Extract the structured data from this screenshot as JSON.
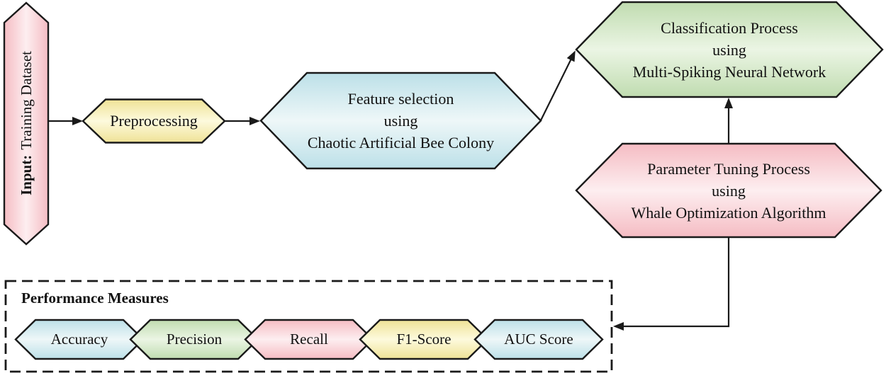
{
  "diagram": {
    "nodes": {
      "input": {
        "prefix": "Input:",
        "label": "Training Dataset"
      },
      "preprocessing": {
        "label": "Preprocessing"
      },
      "feature_selection": {
        "line1": "Feature selection",
        "line2": "using",
        "line3": "Chaotic Artificial Bee Colony"
      },
      "classification": {
        "line1": "Classification Process",
        "line2": "using",
        "line3": "Multi-Spiking Neural Network"
      },
      "parameter_tuning": {
        "line1": "Parameter Tuning Process",
        "line2": "using",
        "line3": "Whale Optimization Algorithm"
      }
    },
    "performance": {
      "title": "Performance Measures",
      "measures": [
        "Accuracy",
        "Precision",
        "Recall",
        "F1-Score",
        "AUC Score"
      ]
    },
    "colors": {
      "pink_edge": "#f5bcc3",
      "pink_center": "#fdeef0",
      "yellow_edge": "#efe296",
      "yellow_center": "#fdfadd",
      "blue_edge": "#bce0e8",
      "blue_center": "#eef7f8",
      "green_edge": "#c0dcb0",
      "green_center": "#ebf5e4",
      "border": "#1a1a1a",
      "arrow": "#1a1a1a",
      "text": "#111111"
    }
  }
}
